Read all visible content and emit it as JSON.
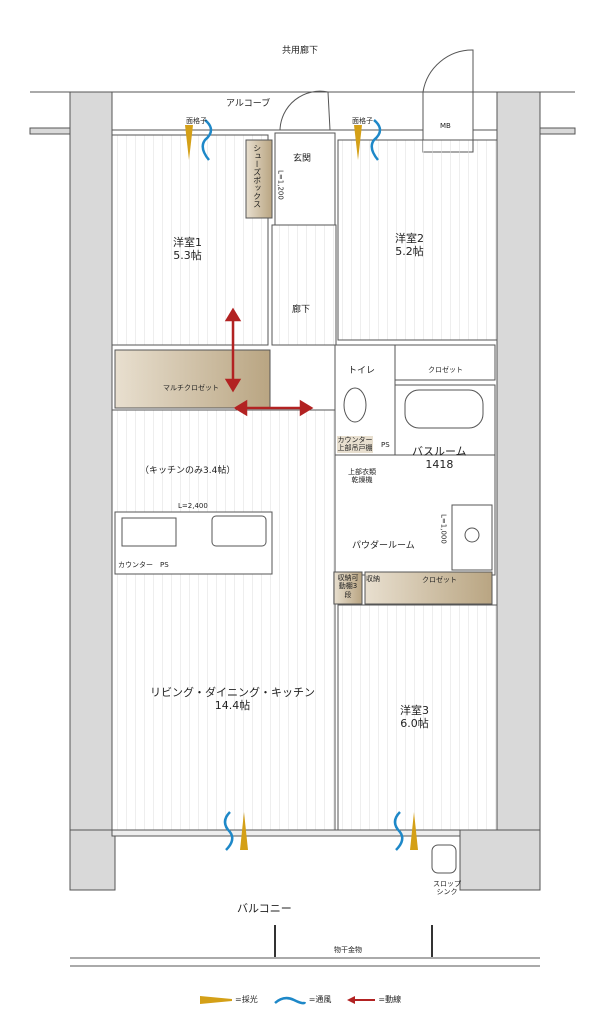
{
  "labels": {
    "common_corridor": "共用廊下",
    "alcove": "アルコーブ",
    "lattice_left": "面格子",
    "lattice_right": "面格子",
    "mb": "MB",
    "shoe_box": "シューズボックス",
    "shoe_box_length": "L=1,200",
    "entrance": "玄関",
    "room1_name": "洋室1",
    "room1_size": "5.3帖",
    "room2_name": "洋室2",
    "room2_size": "5.2帖",
    "hallway": "廊下",
    "multi_closet": "マルチクロゼット",
    "toilet": "トイレ",
    "closet_top": "クロゼット",
    "counter_cabinet": "カウンター上部吊戸棚",
    "ps_bath": "PS",
    "bathroom_name": "バスルーム",
    "bathroom_size": "1418",
    "dryer": "上部衣類乾燥機",
    "kitchen_only": "（キッチンのみ3.4帖）",
    "kitchen_length": "L=2,400",
    "counter": "カウンター",
    "ps_kitchen": "PS",
    "powder_room": "パウダールーム",
    "vanity_length": "L=1,000",
    "storage_shelf": "収納可動棚3段",
    "storage": "収納",
    "closet_bottom": "クロゼット",
    "ldk_name": "リビング・ダイニング・キッチン",
    "ldk_size": "14.4帖",
    "room3_name": "洋室3",
    "room3_size": "6.0帖",
    "slop_sink": "スロップシンク",
    "balcony": "バルコニー",
    "laundry_hanger": "物干金物"
  },
  "legend": [
    {
      "icon": "light-cone-icon",
      "label": "=採光",
      "color": "#d4a017"
    },
    {
      "icon": "wind-wave-icon",
      "label": "=通風",
      "color": "#1e88c8"
    },
    {
      "icon": "arrow-left-icon",
      "label": "=動線",
      "color": "#b22222"
    }
  ],
  "colors": {
    "wall": "#d9d9d9",
    "closet": "#c9b79a",
    "arrow": "#b22222",
    "light": "#d4a017",
    "wind": "#1e88c8"
  }
}
